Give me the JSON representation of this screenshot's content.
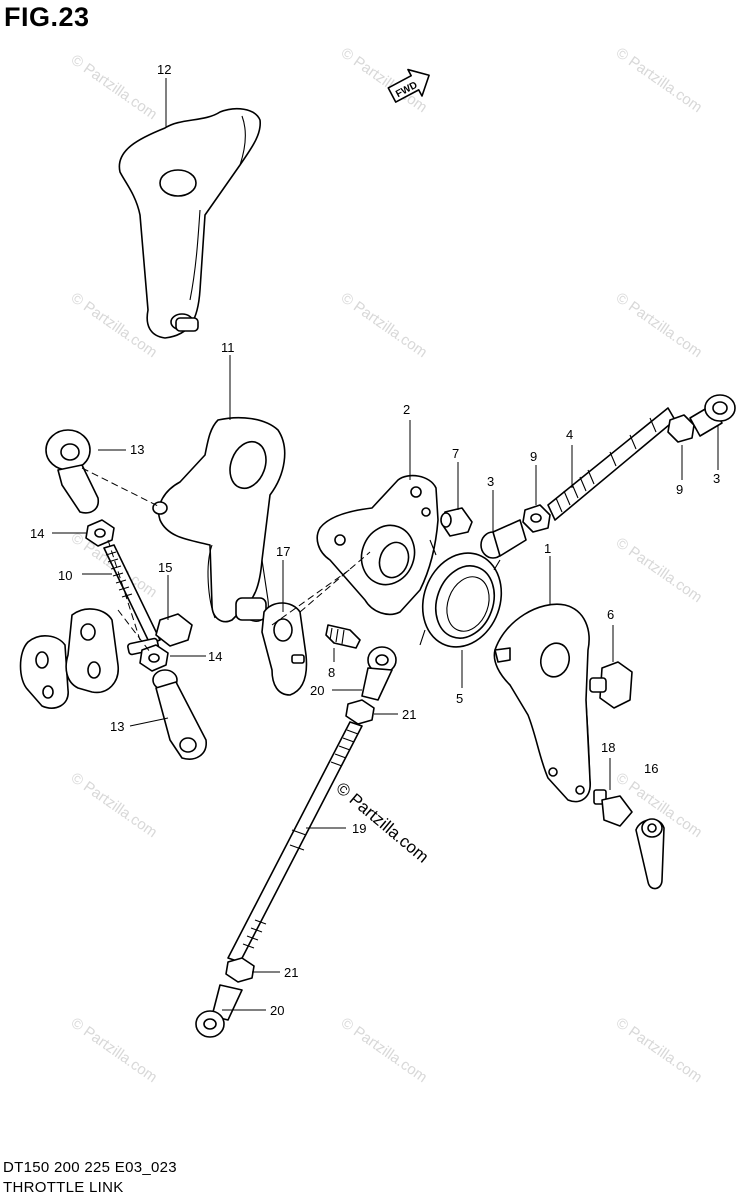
{
  "figure": {
    "title": "FIG.23",
    "model_code": "DT150 200 225 E03_023",
    "diagram_name": "THROTTLE LINK"
  },
  "direction_arrow": {
    "label": "FWD",
    "icon": "fwd-arrow-icon"
  },
  "watermark": {
    "text": "© Partzilla.com"
  },
  "callouts": {
    "c12": "12",
    "c11": "11",
    "c13a": "13",
    "c14a": "14",
    "c10": "10",
    "c15": "15",
    "c14b": "14",
    "c13b": "13",
    "c17": "17",
    "c2": "2",
    "c7": "7",
    "c3a": "3",
    "c9a": "9",
    "c4": "4",
    "c9b": "9",
    "c3b": "3",
    "c1": "1",
    "c6": "6",
    "c5": "5",
    "c8": "8",
    "c20a": "20",
    "c21a": "21",
    "c19": "19",
    "c18": "18",
    "c16": "16",
    "c21b": "21",
    "c20b": "20"
  },
  "colors": {
    "line": "#000000",
    "watermark": "#d8d8d8",
    "background": "#ffffff"
  }
}
